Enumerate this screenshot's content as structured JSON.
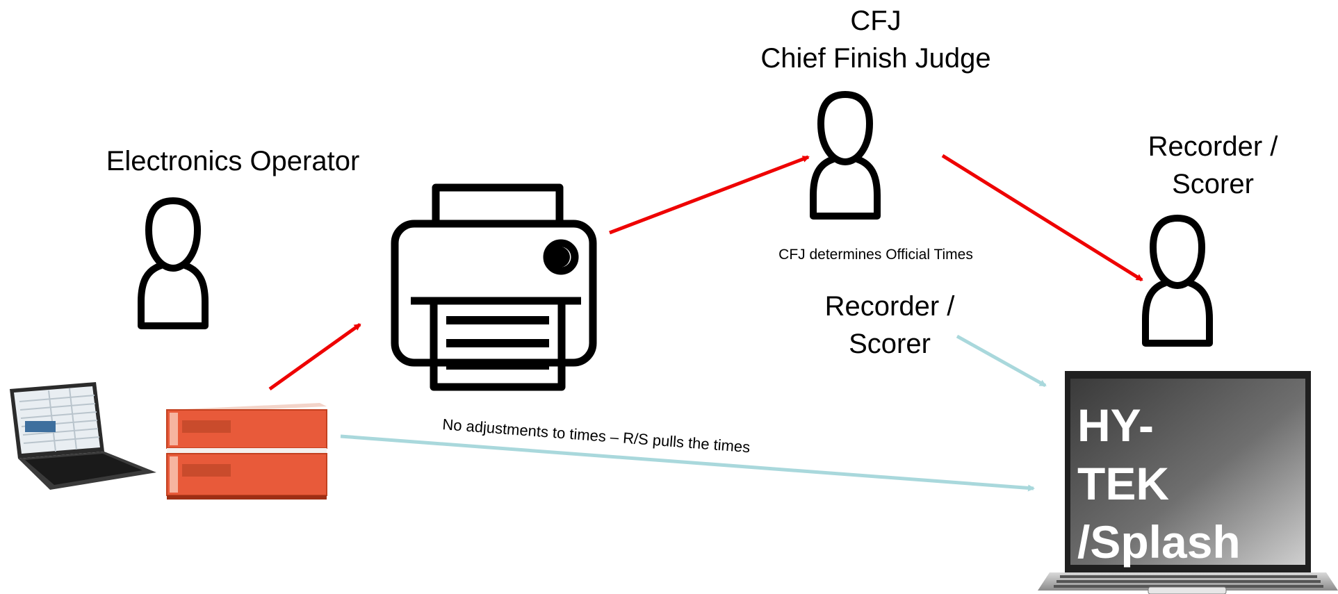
{
  "nodes": {
    "electronics_operator": {
      "label": "Electronics Operator"
    },
    "cfj": {
      "abbr": "CFJ",
      "label": "Chief Finish Judge"
    },
    "recorder_top": {
      "line1": "Recorder /",
      "line2": "Scorer"
    },
    "recorder_mid": {
      "line1": "Recorder /",
      "line2": "Scorer"
    },
    "software": {
      "line1": "HY-TEK",
      "line2": "/Splash"
    }
  },
  "annotations": {
    "cfj_note": "CFJ determines Official Times",
    "direct_path": "No adjustments to times – R/S pulls the times"
  },
  "colors": {
    "paper_flow": "#ee0000",
    "electronic_flow": "#a9d8dc",
    "timing_console": "#e85a3a"
  }
}
